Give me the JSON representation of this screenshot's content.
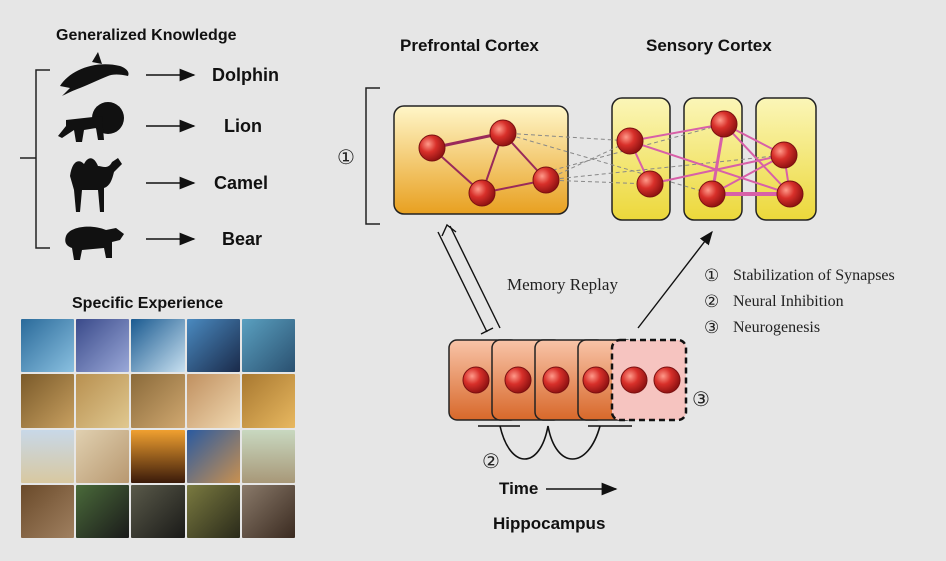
{
  "knowledge": {
    "title": "Generalized Knowledge",
    "animals": [
      {
        "label": "Dolphin",
        "icon": "dolphin-icon"
      },
      {
        "label": "Lion",
        "icon": "lion-icon"
      },
      {
        "label": "Camel",
        "icon": "camel-icon"
      },
      {
        "label": "Bear",
        "icon": "bear-icon"
      }
    ]
  },
  "experience": {
    "title": "Specific Experience",
    "rows": [
      "dolphin",
      "lion",
      "camel",
      "bear"
    ]
  },
  "cortex": {
    "prefrontal": "Prefrontal Cortex",
    "sensory": "Sensory Cortex",
    "marker": "①"
  },
  "replay": "Memory Replay",
  "legend": [
    {
      "mark": "①",
      "text": "Stabilization of Synapses"
    },
    {
      "mark": "②",
      "text": "Neural Inhibition"
    },
    {
      "mark": "③",
      "text": "Neurogenesis"
    }
  ],
  "hippocampus": {
    "title": "Hippocampus",
    "time": "Time",
    "marker_inhibition": "②",
    "marker_neurogenesis": "③"
  },
  "colors": {
    "neuron": "#d8302a",
    "synapse": "#c0407a",
    "synapse_sensory": "#e070b0",
    "prefrontal_box_top": "#fff6c8",
    "prefrontal_box_bottom": "#e8a020",
    "sensory_box": "#f4ea6a",
    "hippo_box_top": "#f8b898",
    "hippo_box_bottom": "#d86a2a",
    "hippo_new": "#f6c4c0"
  }
}
